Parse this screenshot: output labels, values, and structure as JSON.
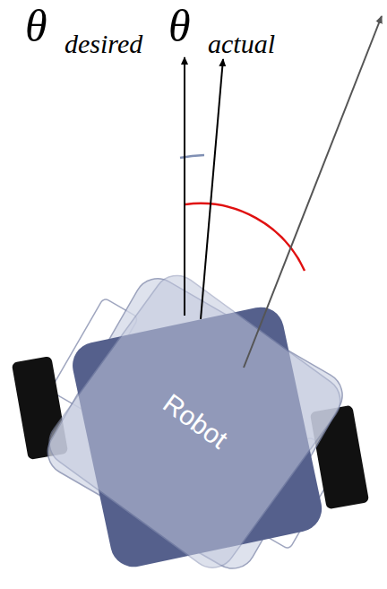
{
  "diagram": {
    "nodes": [
      {
        "text": [
          "Robot"
        ]
      }
    ],
    "labels": [
      "θ",
      "desired",
      "θ",
      "actual"
    ]
  }
}
